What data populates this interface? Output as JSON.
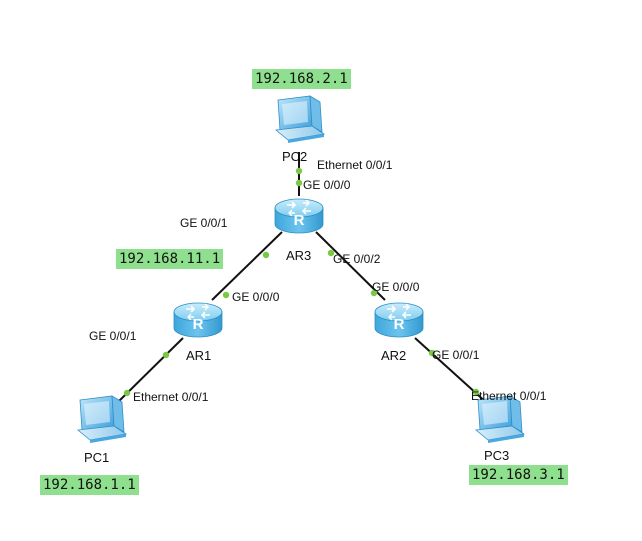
{
  "devices": {
    "pc1": {
      "name": "PC1",
      "ip": "192.168.1.1",
      "icon": "pc-icon"
    },
    "pc2": {
      "name": "PC2",
      "ip": "192.168.2.1",
      "icon": "pc-icon"
    },
    "pc3": {
      "name": "PC3",
      "ip": "192.168.3.1",
      "icon": "pc-icon"
    },
    "ar1": {
      "name": "AR1",
      "icon": "router-icon"
    },
    "ar2": {
      "name": "AR2",
      "icon": "router-icon"
    },
    "ar3": {
      "name": "AR3",
      "icon": "router-icon",
      "ip": "192.168.11.1"
    }
  },
  "interfaces": {
    "pc2_eth": "Ethernet 0/0/1",
    "ar3_ge000": "GE 0/0/0",
    "ar3_ge001": "GE 0/0/1",
    "ar3_ge002": "GE 0/0/2",
    "ar1_ge000": "GE 0/0/0",
    "ar1_ge001": "GE 0/0/1",
    "pc1_eth": "Ethernet 0/0/1",
    "ar2_ge000": "GE 0/0/0",
    "ar2_ge001": "GE 0/0/1",
    "pc3_eth": "Ethernet 0/0/1"
  },
  "colors": {
    "ip_highlight": "#8ee08e",
    "link": "#111111",
    "port_dot": "#7ac943",
    "router_body": "#5bb8e6",
    "pc_screen": "#4aa8e0"
  }
}
